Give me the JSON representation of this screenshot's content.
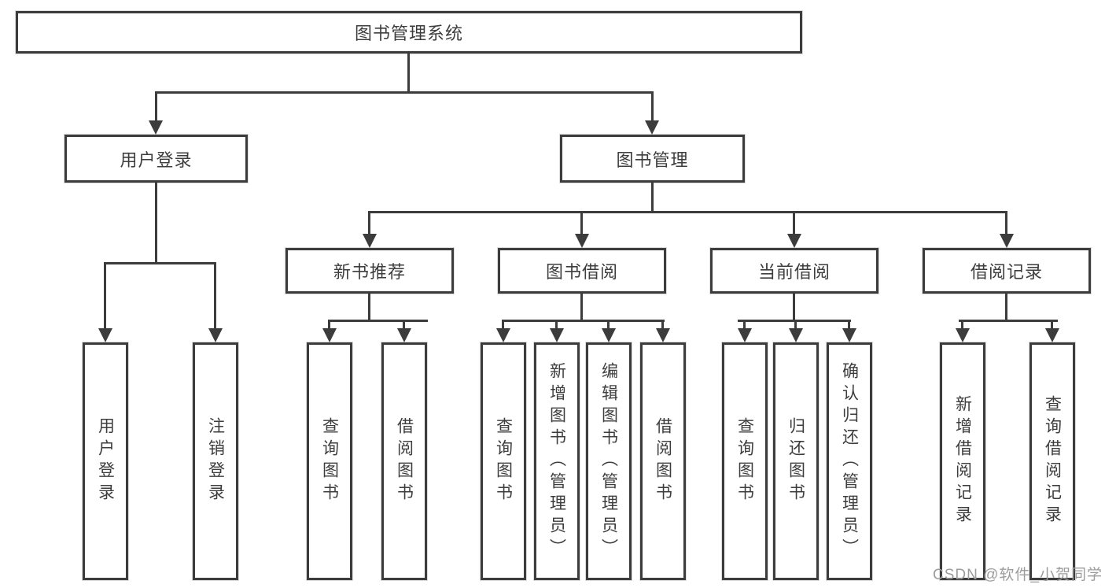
{
  "tree": {
    "root": "图书管理系统",
    "user_login": {
      "label": "用户登录",
      "leaves": [
        "用户登录",
        "注销登录"
      ]
    },
    "book_management": {
      "label": "图书管理",
      "groups": [
        {
          "label": "新书推荐",
          "leaves": [
            "查询图书",
            "借阅图书"
          ]
        },
        {
          "label": "图书借阅",
          "leaves": [
            "查询图书",
            "新增图书（管理员）",
            "编辑图书（管理员）",
            "借阅图书"
          ]
        },
        {
          "label": "当前借阅",
          "leaves": [
            "查询图书",
            "归还图书",
            "确认归还（管理员）"
          ]
        },
        {
          "label": "借阅记录",
          "leaves": [
            "新增借阅记录",
            "查询借阅记录"
          ]
        }
      ]
    }
  },
  "watermark": "CSDN @软件_小贺同学",
  "colors": {
    "line": "#3c3c3c",
    "box_border": "#3c3c3c",
    "text": "#3d3d3d",
    "background": "#ffffff",
    "watermark": "#9c9c9c"
  }
}
